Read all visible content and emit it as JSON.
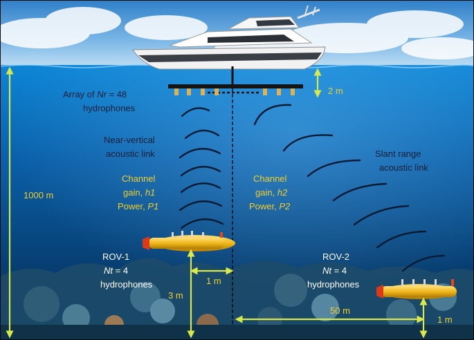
{
  "labels": {
    "array_line1_prefix": "Array of ",
    "array_line1_var": "Nr",
    "array_line1_suffix": " = 48",
    "array_line2": "hydrophones",
    "near_vertical_1": "Near-vertical",
    "near_vertical_2": "acoustic link",
    "ch1_line1": "Channel",
    "ch1_gain_prefix": "gain, ",
    "ch1_gain_var": "h1",
    "ch1_power_prefix": "Power, ",
    "ch1_power_var": "P1",
    "ch2_line1": "Channel",
    "ch2_gain_prefix": "gain, ",
    "ch2_gain_var": "h2",
    "ch2_power_prefix": "Power, ",
    "ch2_power_var": "P2",
    "slant_1": "Slant range",
    "slant_2": "acoustic link",
    "rov1_name": "ROV-1",
    "rov1_nt_var": "Nt",
    "rov1_nt_suffix": " = 4",
    "rov1_hydro": "hydrophones",
    "rov2_name": "ROV-2",
    "rov2_nt_var": "Nt",
    "rov2_nt_suffix": " = 4",
    "rov2_hydro": "hydrophones",
    "depth_label": "1000 m",
    "array_depth_label": "2 m",
    "rov1_offset_label": "1 m",
    "rov1_height_label": "3 m",
    "horizontal_label": "50 m",
    "rov2_height_label": "1 m"
  },
  "colors": {
    "sky_top": "#2f7fc8",
    "sea_top": "#0a78c8",
    "sea_bottom": "#03233f",
    "dimension_line": "#d9e84a",
    "channel_text": "#f2cf2a",
    "rov_body": "#f0b81a"
  }
}
